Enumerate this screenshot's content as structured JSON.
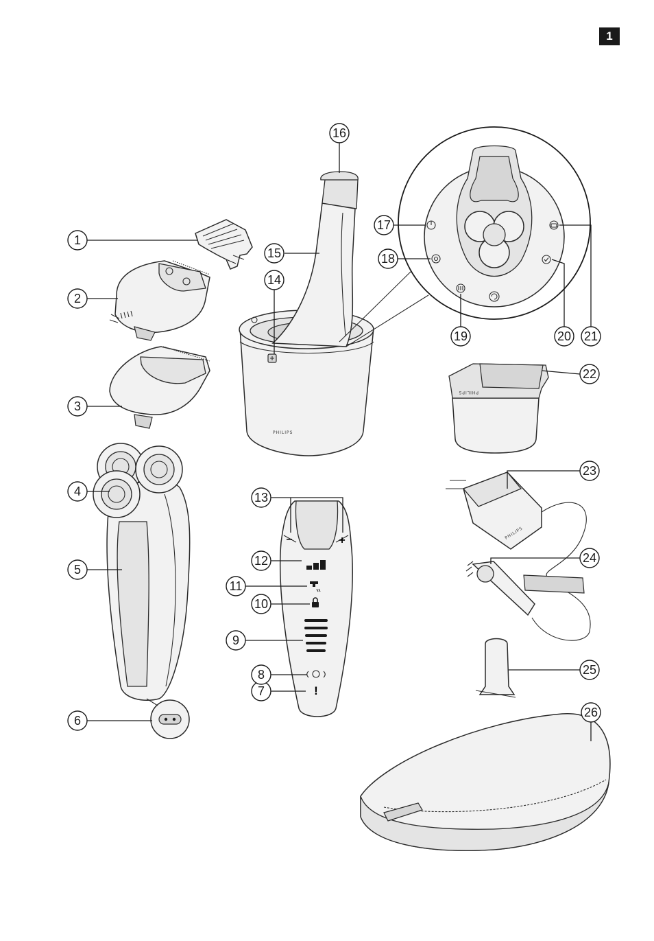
{
  "page": {
    "number_tab": "1"
  },
  "brand": {
    "stand_logo": "PHILIPS",
    "cartridge_logo": "PHILIPS",
    "adapter_logo": "PHILIPS"
  },
  "callouts": [
    {
      "id": "c1",
      "label": "1",
      "part": "beard-styler-comb"
    },
    {
      "id": "c2",
      "label": "2",
      "part": "beard-styler-attachment"
    },
    {
      "id": "c3",
      "label": "3",
      "part": "precision-trimmer-attachment"
    },
    {
      "id": "c4",
      "label": "4",
      "part": "shaving-unit"
    },
    {
      "id": "c5",
      "label": "5",
      "part": "shaver-handle"
    },
    {
      "id": "c6",
      "label": "6",
      "part": "socket-for-small-plug"
    },
    {
      "id": "c7",
      "label": "7",
      "part": "replace-shaving-heads-symbol"
    },
    {
      "id": "c8",
      "label": "8",
      "part": "travel-lock-symbol"
    },
    {
      "id": "c9",
      "label": "9",
      "part": "battery-charge-indicator"
    },
    {
      "id": "c10",
      "label": "10",
      "part": "lock-symbol"
    },
    {
      "id": "c11",
      "label": "11",
      "part": "cleaning-reminder"
    },
    {
      "id": "c12",
      "label": "12",
      "part": "speed-setting-indicator"
    },
    {
      "id": "c13",
      "label": "13",
      "part": "speed-buttons"
    },
    {
      "id": "c14",
      "label": "14",
      "part": "stand-start-button"
    },
    {
      "id": "c15",
      "label": "15",
      "part": "cleaning-system"
    },
    {
      "id": "c16",
      "label": "16",
      "part": "cartridge-cap"
    },
    {
      "id": "c17",
      "label": "17",
      "part": "power-indicator"
    },
    {
      "id": "c18",
      "label": "18",
      "part": "cleaning-indicator"
    },
    {
      "id": "c19",
      "label": "19",
      "part": "drying-indicator"
    },
    {
      "id": "c20",
      "label": "20",
      "part": "ready-indicator"
    },
    {
      "id": "c21",
      "label": "21",
      "part": "replace-cartridge-indicator"
    },
    {
      "id": "c22",
      "label": "22",
      "part": "cleaning-cartridge"
    },
    {
      "id": "c23",
      "label": "23",
      "part": "adapter"
    },
    {
      "id": "c24",
      "label": "24",
      "part": "small-plug"
    },
    {
      "id": "c25",
      "label": "25",
      "part": "hanger"
    },
    {
      "id": "c26",
      "label": "26",
      "part": "pouch"
    }
  ],
  "handle_panel": {
    "minus_sign": "–",
    "plus_sign": "+",
    "warning_sign": "!"
  },
  "icons": [
    "power-icon",
    "cleaning-icon",
    "drying-icon",
    "ready-icon",
    "cartridge-icon",
    "faucet-icon",
    "lock-icon",
    "travel-lock-icon",
    "battery-level-icon",
    "speed-bars-icon"
  ],
  "colors": {
    "line": "#1a1a1a",
    "fill_light": "#f2f2f2",
    "fill_mid": "#e4e4e4",
    "fill_dark": "#d6d6d6"
  }
}
